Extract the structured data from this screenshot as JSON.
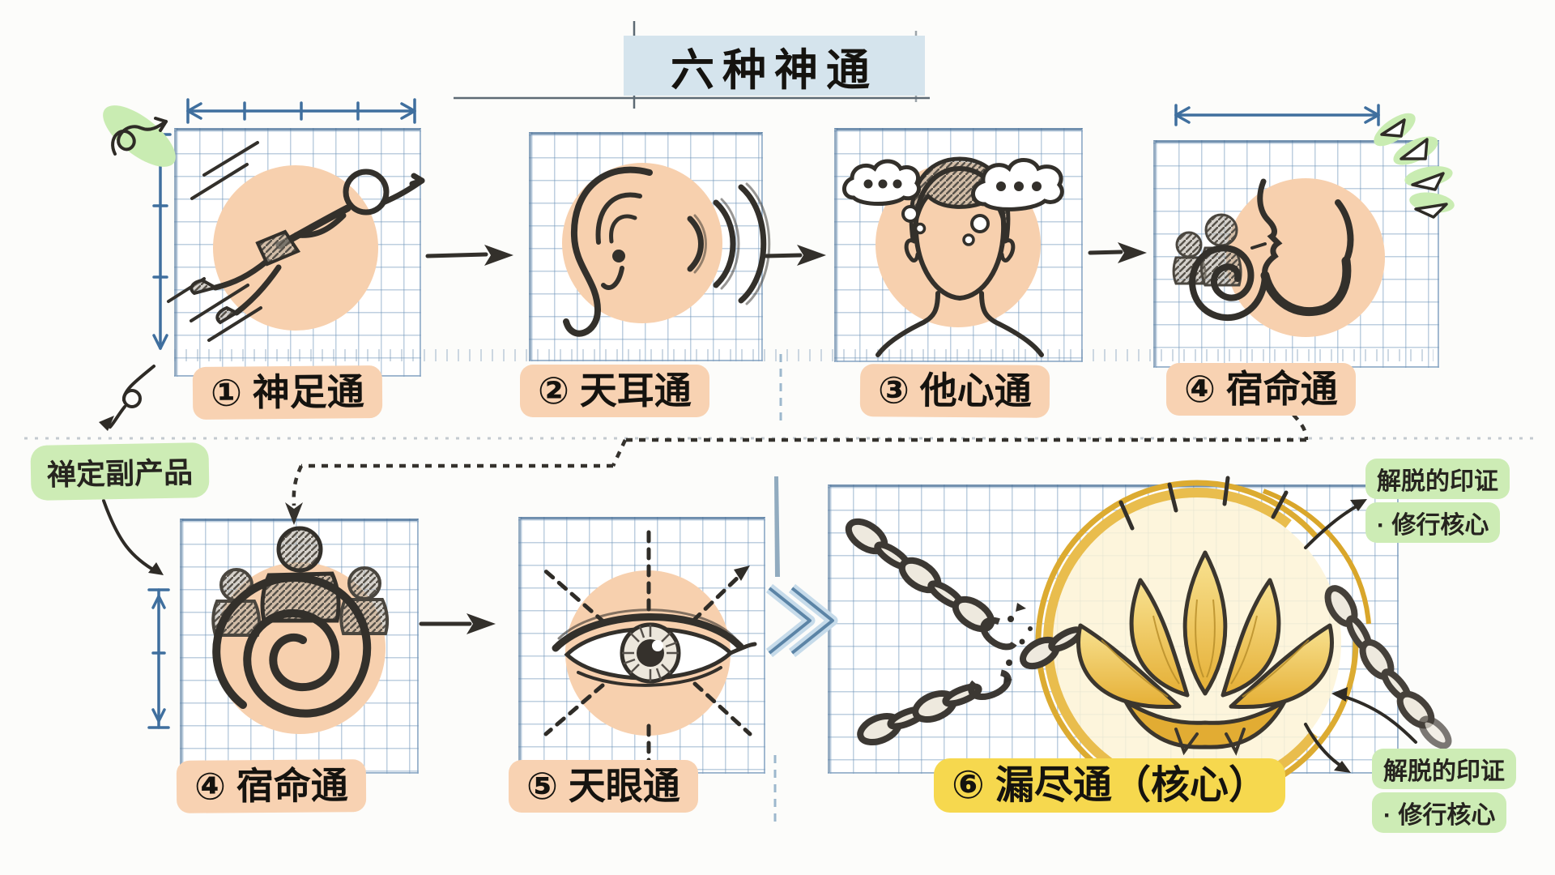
{
  "title": "六种神通",
  "top_row": {
    "panels": [
      {
        "label": "① 神足通",
        "icon": "flying-person"
      },
      {
        "label": "② 天耳通",
        "icon": "ear-sound-waves"
      },
      {
        "label": "③ 他心通",
        "icon": "head-thought-bubbles"
      },
      {
        "label": "④ 宿命通",
        "icon": "past-lives-spiral-face"
      }
    ]
  },
  "bottom_row": {
    "panels": [
      {
        "label": "④ 宿命通",
        "icon": "ancestors-spiral"
      },
      {
        "label": "⑤ 天眼通",
        "icon": "divine-eye-rays"
      },
      {
        "label": "⑥ 漏尽通（核心）",
        "icon": "lotus-broken-chains",
        "highlight": "yellow"
      }
    ]
  },
  "annotations": {
    "meditation_byproduct": "禅定副产品",
    "liberation_seal": {
      "line1": "解脱的印证",
      "line2": "· 修行核心"
    }
  },
  "colors": {
    "title_box": "#d5e4ed",
    "peach_highlight": "#f8d2b2",
    "peach_circle": "#f7d0ae",
    "green_highlight": "#cdecb5",
    "yellow_highlight": "#f6d84e",
    "blueprint_blue": "#3f6f9e",
    "grid_blue": "#6e94b9",
    "gold": "#dcab31",
    "ink": "#302d28"
  }
}
